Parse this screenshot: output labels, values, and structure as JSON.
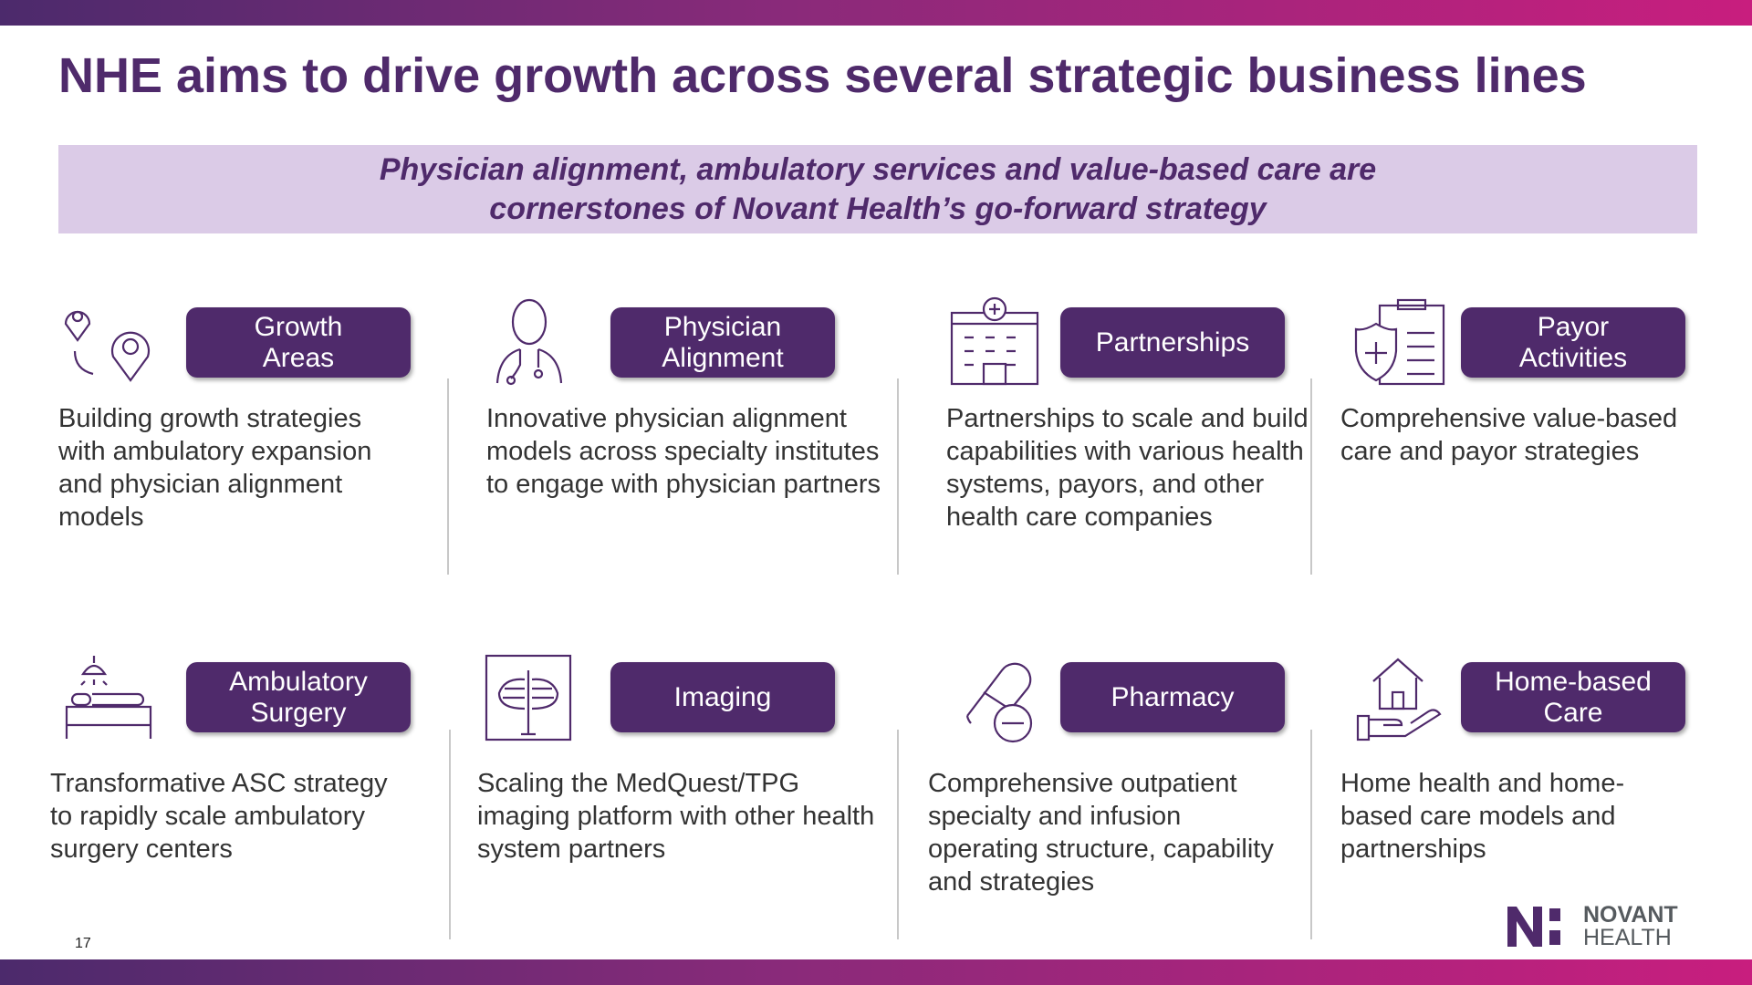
{
  "title": "NHE aims to drive growth across several strategic business lines",
  "banner": {
    "line1": "Physician alignment, ambulatory services and value-based care are",
    "line2": "cornerstones of Novant Health’s go-forward strategy"
  },
  "cards": [
    {
      "label_1": "Growth",
      "label_2": "Areas",
      "icon": "map-pins-icon",
      "desc": "Building growth strategies with ambulatory expansion and physician alignment models"
    },
    {
      "label_1": "Physician",
      "label_2": "Alignment",
      "icon": "doctor-icon",
      "desc": "Innovative physician alignment models across specialty institutes to engage with physician partners"
    },
    {
      "label_1": "Partnerships",
      "label_2": "",
      "icon": "hospital-icon",
      "desc": "Partnerships to scale and build capabilities with various health systems, payors, and other health care companies"
    },
    {
      "label_1": "Payor",
      "label_2": "Activities",
      "icon": "shield-clipboard-icon",
      "desc": "Comprehensive value-based care and payor strategies"
    },
    {
      "label_1": "Ambulatory",
      "label_2": "Surgery",
      "icon": "surgery-bed-icon",
      "desc": "Transformative ASC strategy to rapidly scale ambulatory surgery centers"
    },
    {
      "label_1": "Imaging",
      "label_2": "",
      "icon": "xray-icon",
      "desc": "Scaling the MedQuest/TPG imaging platform with other health system partners"
    },
    {
      "label_1": "Pharmacy",
      "label_2": "",
      "icon": "pills-icon",
      "desc": "Comprehensive outpatient specialty and infusion operating structure, capability and strategies"
    },
    {
      "label_1": "Home-based",
      "label_2": "Care",
      "icon": "home-hand-icon",
      "desc": "Home health and home-based care models and partnerships"
    }
  ],
  "page_number": "17",
  "logo": {
    "line1": "NOVANT",
    "line2": "HEALTH"
  }
}
